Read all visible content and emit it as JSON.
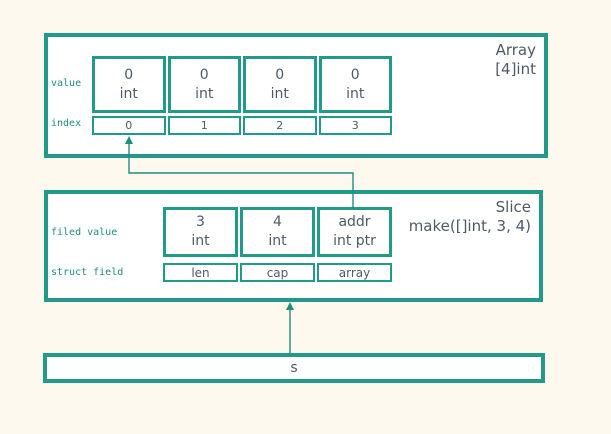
{
  "colors": {
    "border_teal": "#219a8a",
    "label_teal": "#1e8e7f",
    "text_slate": "#4d5a68",
    "page_bg": "#fdf9ee",
    "cell_bg": "#ffffff"
  },
  "array_box": {
    "title_line1": "Array",
    "title_line2": "[4]int",
    "row_labels": {
      "value": "value",
      "index": "index"
    },
    "value_cells": [
      {
        "value": "0",
        "type": "int"
      },
      {
        "value": "0",
        "type": "int"
      },
      {
        "value": "0",
        "type": "int"
      },
      {
        "value": "0",
        "type": "int"
      }
    ],
    "index_cells": [
      "0",
      "1",
      "2",
      "3"
    ]
  },
  "slice_box": {
    "title_line1": "Slice",
    "title_line2": "make([]int, 3, 4)",
    "row_labels": {
      "field_value": "filed value",
      "struct_field": "struct field"
    },
    "field_cells": [
      {
        "value": "3",
        "type": "int"
      },
      {
        "value": "4",
        "type": "int"
      },
      {
        "value": "addr",
        "type": "int ptr"
      }
    ],
    "struct_cells": [
      "len",
      "cap",
      "array"
    ]
  },
  "s_box": {
    "label": "s"
  },
  "arrows": {
    "addr_to_array_index0": "pointer from slice addr field to array index 0",
    "s_to_slice": "pointer from variable s to slice struct"
  }
}
